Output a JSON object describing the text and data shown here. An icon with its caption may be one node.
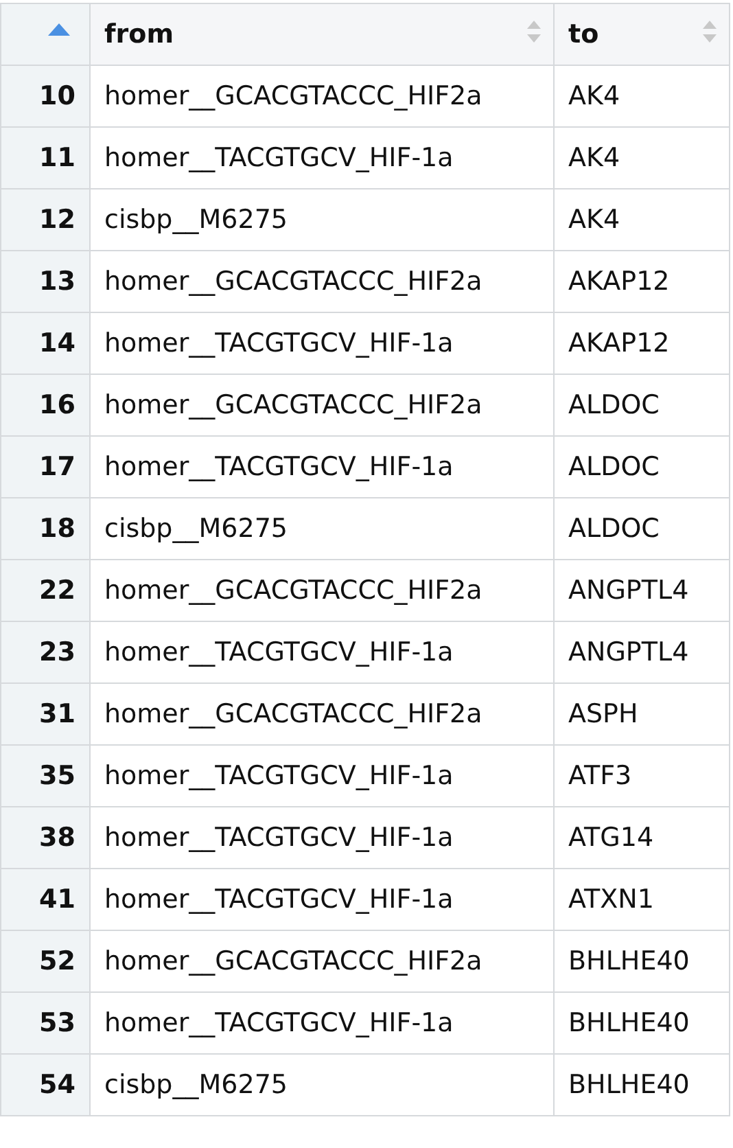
{
  "diagram": {
    "labels": [
      "from",
      "to",
      "10",
      "homer__GCACGTACCC_HIF2a",
      "AK4",
      "11",
      "homer__TACGTGCV_HIF-1a",
      "AK4",
      "12",
      "cisbp__M6275",
      "AK4",
      "13",
      "homer__GCACGTACCC_HIF2a",
      "AKAP12",
      "14",
      "homer__TACGTGCV_HIF-1a",
      "AKAP12",
      "16",
      "homer__GCACGTACCC_HIF2a",
      "ALDOC",
      "17",
      "homer__TACGTGCV_HIF-1a",
      "ALDOC",
      "18",
      "cisbp__M6275",
      "ALDOC",
      "22",
      "homer__GCACGTACCC_HIF2a",
      "ANGPTL4",
      "23",
      "homer__TACGTGCV_HIF-1a",
      "ANGPTL4",
      "31",
      "homer__GCACGTACCC_HIF2a",
      "ASPH",
      "35",
      "homer__TACGTGCV_HIF-1a",
      "ATF3",
      "38",
      "homer__TACGTGCV_HIF-1a",
      "ATG14",
      "41",
      "homer__TACGTGCV_HIF-1a",
      "ATXN1",
      "52",
      "homer__GCACGTACCC_HIF2a",
      "BHLHE40",
      "53",
      "homer__TACGTGCV_HIF-1a",
      "BHLHE40",
      "54",
      "cisbp__M6275",
      "BHLHE40"
    ]
  }
}
